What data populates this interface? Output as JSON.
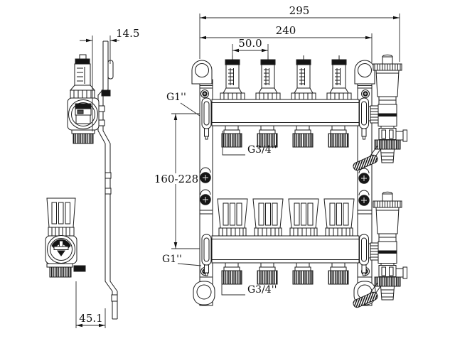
{
  "drawing": {
    "type": "technical-drawing",
    "subject": "heating-manifold-two-views",
    "background": "#ffffff",
    "line_color": "#1b1b1b",
    "dimensions": {
      "overall_width": "295",
      "mounting_width": "240",
      "port_spacing": "50.0",
      "bracket_offset": "14.5",
      "manifold_center_range": "160-228",
      "mounting_depth": "45.1"
    },
    "labels": {
      "main_port_top": "G1''",
      "main_port_bottom": "G1''",
      "outlet_thread_top": "G3/4''",
      "outlet_thread_bottom": "G3/4''"
    }
  }
}
